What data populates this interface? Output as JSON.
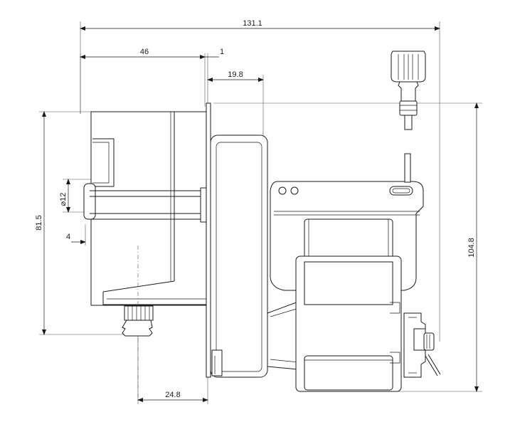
{
  "dimensions": {
    "overall_width": "131.1",
    "head_depth": "46",
    "flange_thickness": "1",
    "cover_depth": "19.8",
    "diameter_12": "12",
    "diameter_symbol": "⌀",
    "offset_4": "4",
    "height_81_5": "81.5",
    "outlet_offset": "24.8",
    "overall_height": "104.8"
  },
  "colors": {
    "line": "#1a1a1a",
    "background": "#ffffff"
  }
}
